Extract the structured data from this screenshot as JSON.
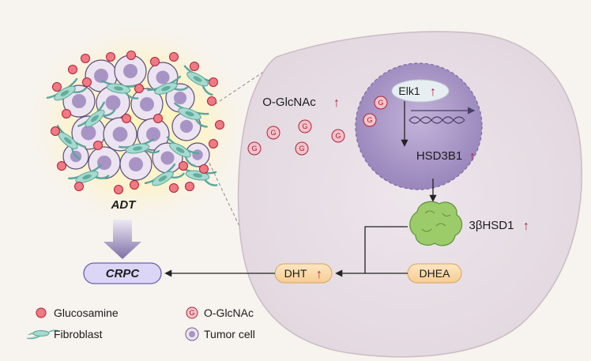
{
  "tissue_label": "ADT",
  "outcome_label": "CRPC",
  "cell": {
    "oglcnac_label": "O-GlcNAc",
    "glyco_mark": "G",
    "nucleus": {
      "factor_label": "Elk1",
      "gene_label": "HSD3B1"
    },
    "enzyme_label": "3βHSD1",
    "precursor_label": "DHEA",
    "product_label": "DHT"
  },
  "legend": {
    "glucosamine": "Glucosamine",
    "oglcnac": "O-GlcNAc",
    "fibroblast": "Fibroblast",
    "tumor_cell": "Tumor cell"
  },
  "colors": {
    "up_arrow": "#b0203a",
    "glucosamine_fill": "#f07a84",
    "fibroblast_fill": "#a6d9cf",
    "tumor_cell_fill": "#ece4f1",
    "nucleus_fill": "#a894c4",
    "enzyme_fill": "#9ccc6a",
    "pill_fill": "#fbdcb0",
    "crpc_fill": "#dcd6f6"
  }
}
